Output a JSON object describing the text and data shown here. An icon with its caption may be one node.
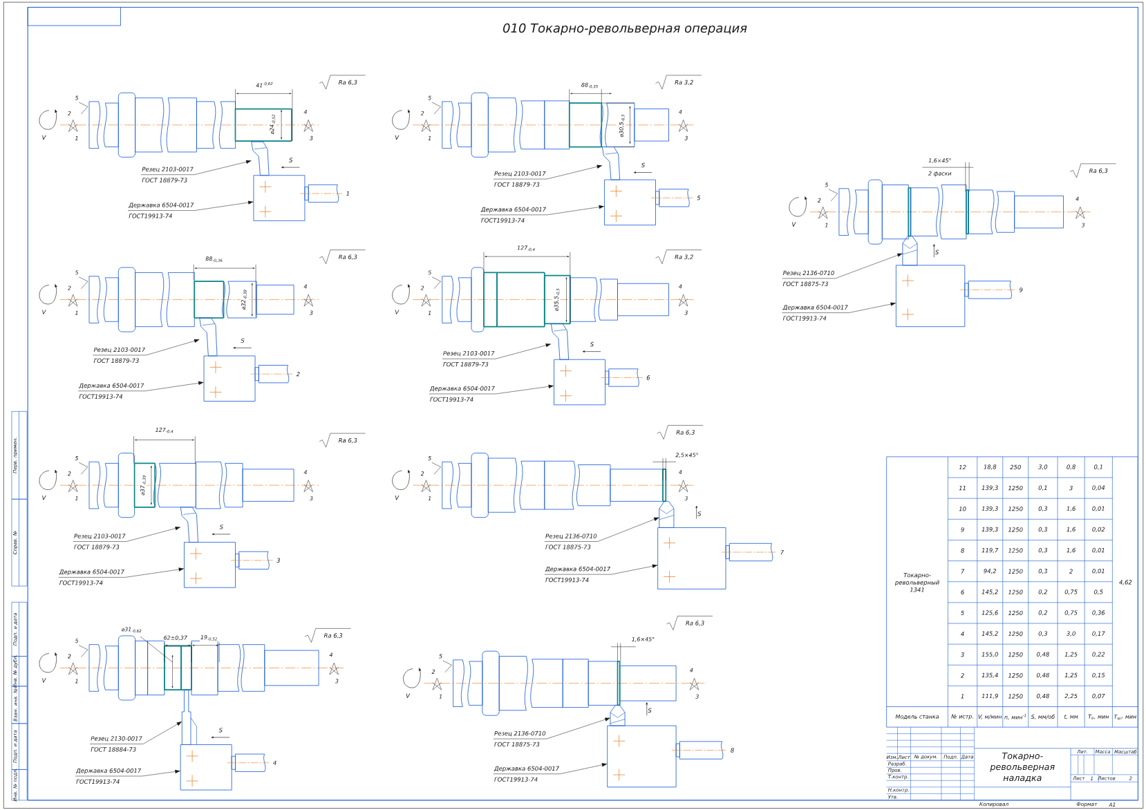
{
  "diagram": {
    "title": "010 Токарно-револьверная операция",
    "nodes": [
      {
        "text": [],
        "shape": "picture"
      },
      {
        "text": [],
        "shape": "box",
        "beside": [
          "1"
        ]
      },
      {
        "text": [
          "Резец 2103-0017",
          "ГОСТ 18879-73"
        ]
      },
      {
        "text": [
          "Державка 6504-0017",
          "ГОСТ19913-74"
        ]
      },
      {
        "text": [],
        "shape": "picture"
      },
      {
        "text": [],
        "shape": "box",
        "beside": [
          "5"
        ]
      },
      {
        "text": [
          "Резец 2103-0017",
          "ГОСТ 18879-73"
        ]
      },
      {
        "text": [
          "Державка 6504-0017",
          "ГОСТ19913-74"
        ]
      },
      {
        "text": [],
        "shape": "picture"
      },
      {
        "text": [],
        "shape": "box",
        "beside": [
          "9"
        ]
      },
      {
        "text": [
          "Резец 2136-0710",
          "ГОСТ 18875-73"
        ]
      },
      {
        "text": [
          "Державка 6504-0017",
          "ГОСТ19913-74"
        ]
      },
      {
        "text": [],
        "shape": "picture"
      },
      {
        "text": [],
        "shape": "box",
        "beside": [
          "2"
        ]
      },
      {
        "text": [
          "Резец 2103-0017",
          "ГОСТ 18879-73"
        ]
      },
      {
        "text": [
          "Державка 6504-0017",
          "ГОСТ19913-74"
        ]
      },
      {
        "text": [],
        "shape": "picture"
      },
      {
        "text": [],
        "shape": "box",
        "beside": [
          "6"
        ]
      },
      {
        "text": [
          "Резец 2103-0017",
          "ГОСТ 18879-73"
        ]
      },
      {
        "text": [
          "Державка 6504-0017",
          "ГОСТ19913-74"
        ]
      },
      {
        "text": [],
        "shape": "picture"
      },
      {
        "text": [],
        "shape": "box",
        "beside": [
          "3"
        ]
      },
      {
        "text": [
          "Резец 2103-0017",
          "ГОСТ 18879-73"
        ]
      },
      {
        "text": [
          "Державка 6504-0017",
          "ГОСТ19913-74"
        ]
      },
      {
        "text": [],
        "shape": "picture"
      },
      {
        "text": [],
        "shape": "box",
        "beside": [
          "7"
        ]
      },
      {
        "text": [
          "Резец 2136-0710",
          "ГОСТ 18875-73"
        ]
      },
      {
        "text": [
          "Державка 6504-0017",
          "ГОСТ19913-74"
        ]
      },
      {
        "text": [],
        "shape": "picture"
      },
      {
        "text": [],
        "shape": "box",
        "beside": [
          "4"
        ]
      },
      {
        "text": [
          "Резец 2130-0017",
          "ГОСТ 18884-73"
        ]
      },
      {
        "text": [
          "Державка 6504-0017",
          "ГОСТ19913-74"
        ]
      },
      {
        "text": [],
        "shape": "picture"
      },
      {
        "text": [],
        "shape": "box",
        "beside": [
          "8"
        ]
      },
      {
        "text": [
          "Резец 2136-0710",
          "ГОСТ 18875-73"
        ]
      },
      {
        "text": [
          "Державка 6504-0017",
          "ГОСТ19913-74"
        ]
      }
    ],
    "edges": [
      {
        "from": 2,
        "to": 0,
        "arrow": "to"
      },
      {
        "from": 3,
        "to": 1,
        "arrow": "to"
      },
      {
        "from": 6,
        "to": 4,
        "arrow": "to"
      },
      {
        "from": 7,
        "to": 5,
        "arrow": "to"
      },
      {
        "from": 10,
        "to": 8,
        "arrow": "to"
      },
      {
        "from": 11,
        "to": 9,
        "arrow": "to"
      },
      {
        "from": 14,
        "to": 12,
        "arrow": "to"
      },
      {
        "from": 15,
        "to": 13,
        "arrow": "to"
      },
      {
        "from": 18,
        "to": 16,
        "arrow": "to"
      },
      {
        "from": 19,
        "to": 17,
        "arrow": "to"
      },
      {
        "from": 22,
        "to": 20,
        "arrow": "to"
      },
      {
        "from": 23,
        "to": 21,
        "arrow": "to"
      },
      {
        "from": 26,
        "to": 24,
        "arrow": "to"
      },
      {
        "from": 27,
        "to": 25,
        "arrow": "to"
      },
      {
        "from": 30,
        "to": 28,
        "arrow": "to"
      },
      {
        "from": 31,
        "to": 29,
        "arrow": "to"
      },
      {
        "from": 34,
        "to": 32,
        "arrow": "to"
      },
      {
        "from": 35,
        "to": 33,
        "arrow": "to"
      }
    ],
    "labels": [
      "41$^{-0,62}$",
      "⌀24$_{-0,52}$",
      "Ra 6,3",
      "5",
      "2",
      "4",
      "V",
      "1",
      "3",
      "S",
      "88$_{-0,35}$",
      "⌀30,5$_{-0,5}$",
      "Ra 3,2",
      "5",
      "2",
      "4",
      "V",
      "1",
      "3",
      "S",
      "1,6×45°",
      "2 фаски",
      "Ra 6,3",
      "5",
      "2",
      "4",
      "V",
      "1",
      "3",
      "S",
      "88$_{-0,36}$",
      "⌀32$_{-0,39}$",
      "Ra 6,3",
      "5",
      "2",
      "4",
      "V",
      "1",
      "3",
      "S",
      "127$_{-0,4}$",
      "⌀35,5$_{-0,5}$",
      "Ra 3,2",
      "5",
      "2",
      "4",
      "V",
      "1",
      "3",
      "S",
      "127$_{-0,4}$",
      "⌀37$_{-0,39}$",
      "Ra 6,3",
      "5",
      "2",
      "4",
      "V",
      "1",
      "3",
      "S",
      "2,5×45°",
      "Ra 6,3",
      "5",
      "2",
      "4",
      "V",
      "1",
      "3",
      "S",
      "⌀31$_{-0,62}$",
      "62±0,37",
      "19$_{-0,52}$",
      "Ra 6,3",
      "5",
      "2",
      "4",
      "V",
      "1",
      "3",
      "S",
      "1,6×45°",
      "Ra 6,3",
      "5",
      "2",
      "4",
      "V",
      "1",
      "3",
      "S",
      "Токарно-револьверный 1341",
      "12",
      "18,8",
      "250",
      "3,0",
      "0,8",
      "0,1",
      "11",
      "139,3",
      "1250",
      "0,1",
      "3",
      "0,04",
      "10",
      "139,3",
      "1250",
      "0,3",
      "1,6",
      "0,01",
      "9",
      "139,3",
      "1250",
      "0,3",
      "1,6",
      "0,02",
      "8",
      "119,7",
      "1250",
      "0,3",
      "1,6",
      "0,01",
      "7",
      "94,2",
      "1250",
      "0,3",
      "2",
      "0,01",
      "6",
      "145,2",
      "1250",
      "0,2",
      "0,75",
      "0,5",
      "5",
      "125,6",
      "1250",
      "0,2",
      "0,75",
      "0,36",
      "4",
      "145,2",
      "1250",
      "0,3",
      "3,0",
      "0,17",
      "3",
      "155,0",
      "1250",
      "0,48",
      "1,25",
      "0,22",
      "2",
      "135,4",
      "1250",
      "0,48",
      "1,25",
      "0,15",
      "1",
      "111,9",
      "1250",
      "0,48",
      "2,25",
      "0,07",
      "4,62",
      "Модель станка",
      "№ истр.",
      "V, м/мин",
      "n, мин$^{-1}$",
      "S, мм/об",
      "t, мм",
      "T$_{о}$, мин",
      "T$_{шт}$ мин",
      "Изм.",
      "Лист",
      "№ докум.",
      "Подп.",
      "Дата",
      "Разраб.",
      "Пров.",
      "Т.контр.",
      "Н.контр.",
      "Утв.",
      "Токарно-револьверная наладка",
      "Лит.",
      "Масса",
      "Масштаб",
      "Лист",
      "1",
      "Листов",
      "2",
      "Копировал",
      "Формат",
      "A1",
      "Перв. примен.",
      "Справ. №",
      "Подп. и дата",
      "Инв. № дубл.",
      "Взам. инв. №",
      "Подп. и дата",
      "Инв. № подл."
    ]
  }
}
